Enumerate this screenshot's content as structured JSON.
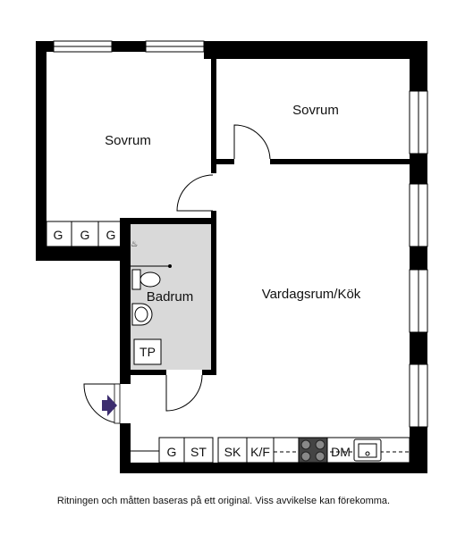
{
  "rooms": {
    "bedroom_left": "Sovrum",
    "bedroom_right": "Sovrum",
    "bathroom": "Badrum",
    "living_kitchen": "Vardagsrum/Kök"
  },
  "fixtures": {
    "wardrobe_1": "G",
    "wardrobe_2": "G",
    "wardrobe_3": "G",
    "tp": "TP",
    "kitchen_g": "G",
    "kitchen_st": "ST",
    "kitchen_sk": "SK",
    "kitchen_kf": "K/F",
    "kitchen_dm": "DM"
  },
  "icons": {
    "entrance": "entrance-arrow-icon",
    "stove": "stove-icon",
    "sink": "sink-icon",
    "toilet": "toilet-icon",
    "washbasin": "washbasin-icon"
  },
  "colors": {
    "wall": "#000000",
    "bathroom_floor": "#d9d9d9",
    "entrance_arrow": "#3c2d6e"
  },
  "disclaimer": "Ritningen och måtten baseras på ett original. Viss avvikelse kan förekomma."
}
